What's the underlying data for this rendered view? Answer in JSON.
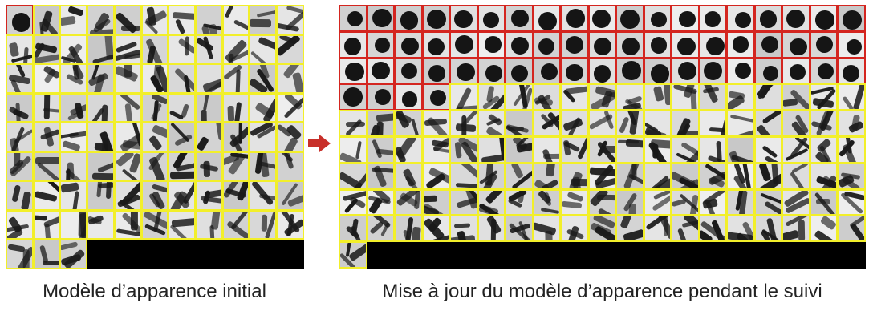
{
  "panels": [
    {
      "id": "initial",
      "caption": "Modèle d’apparence initial",
      "grid": {
        "rows": 9,
        "cols": 11,
        "tiles": 91,
        "selected_tiles": 1
      }
    },
    {
      "id": "updated",
      "caption": "Mise à jour du modèle d’apparence pendant le suivi",
      "grid": {
        "rows": 10,
        "cols": 19,
        "tiles": 172,
        "selected_tiles": 61
      }
    }
  ],
  "colors": {
    "tile_border": "#f2ef2a",
    "selected_border": "#d4251f",
    "arrow": "#c8302a",
    "empty_area": "#000000"
  },
  "icons": {
    "arrow": "right-arrow-icon"
  }
}
